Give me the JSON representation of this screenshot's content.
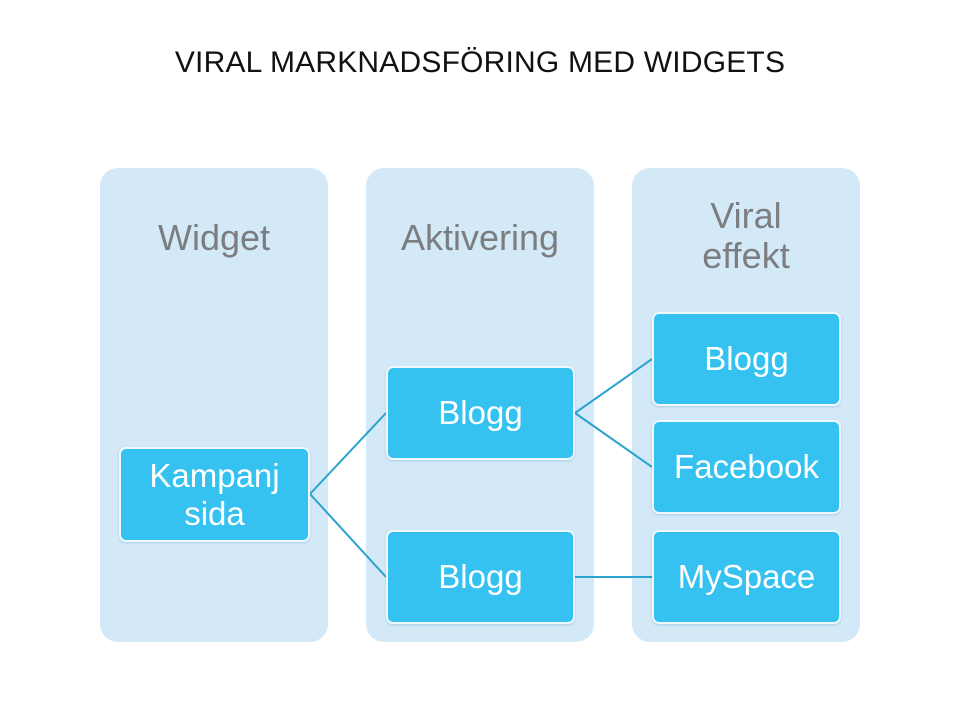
{
  "title": "VIRAL MARKNADSFÖRING MED WIDGETS",
  "columns": [
    {
      "title": "Widget"
    },
    {
      "title": "Aktivering"
    },
    {
      "title_lines": [
        "Viral",
        "effekt"
      ]
    }
  ],
  "nodes": {
    "kampanj": {
      "lines": [
        "Kampanj",
        "sida"
      ]
    },
    "blogg_top": "Blogg",
    "blogg_bottom": "Blogg",
    "viral_blogg": "Blogg",
    "viral_facebook": "Facebook",
    "viral_myspace": "MySpace"
  },
  "colors": {
    "column_bg": "#d3e9f8",
    "node_bg": "#35c2f0",
    "node_border": "#eef8fd",
    "connector": "#2aa3cf",
    "column_title": "#7b7d80"
  }
}
